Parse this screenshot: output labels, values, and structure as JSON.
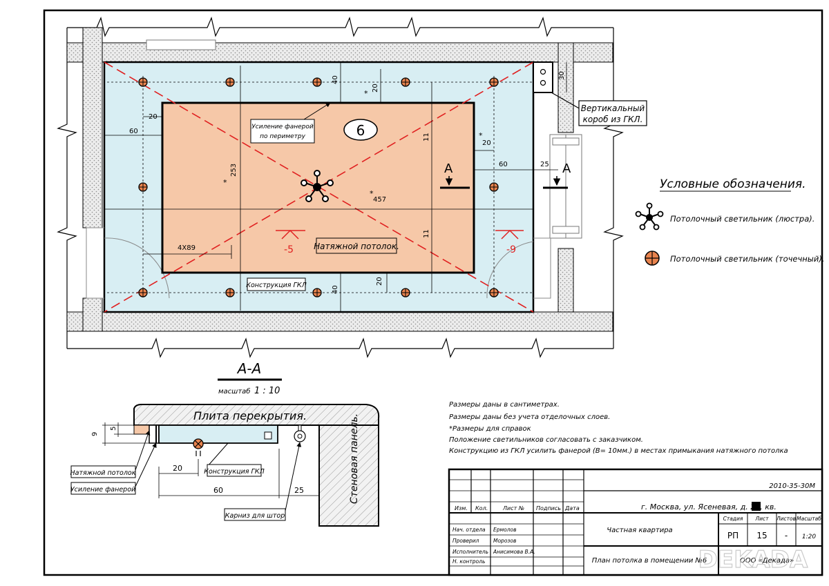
{
  "room": {
    "number": "6",
    "plywood_note_1": "Усиление фанерой",
    "plywood_note_2": "по периметру",
    "stretch_label": "Натяжной потолок.",
    "gkl_label": "Конструкция ГКЛ",
    "box_label_1": "Вертикальный",
    "box_label_2": "короб из ГКЛ.",
    "level_left": "-5",
    "level_right": "-9",
    "section_mark": "А"
  },
  "dims": {
    "d40_top": "40",
    "d20_top": "20",
    "d20_left": "20",
    "d60_left": "60",
    "d253": "253",
    "d457": "457",
    "d20_right": "20",
    "d60_right": "60",
    "d25_right": "25",
    "d11_upper": "11",
    "d11_lower": "11",
    "d4x89": "4X89",
    "d40_bottom": "40",
    "d20_bottom": "20",
    "d30_box": "30",
    "star": "*"
  },
  "legend": {
    "title": "Условные обозначения.",
    "chandelier": "Потолочный светильник (люстра).",
    "spot": "Потолочный светильник (точечный)."
  },
  "section": {
    "title": "А-А",
    "scale_label": "масштаб",
    "scale_value": "1 : 10",
    "slab": "Плита перекрытия.",
    "wall_panel": "Стеновая панель.",
    "callout_stretch": "Натяжной потолок",
    "callout_plywood": "Усиление фанерой",
    "callout_gkl": "Конструкция ГКЛ",
    "callout_cornice": "Карниз для штор",
    "d9": "9",
    "d5": "5",
    "d20": "20",
    "d60": "60",
    "d25": "25"
  },
  "notes": [
    "Размеры даны в сантиметрах.",
    "Размеры даны без учета отделочных слоев.",
    "*Размеры для справок",
    "Положение светильников согласовать с заказчиком.",
    "Конструкцию из ГКЛ усилить фанерой (B= 10мм.) в местах примыкания натяжного потолка"
  ],
  "stamp": {
    "code": "2010-35-30М",
    "address": "г. Москва, ул. Ясеневая, д. 28, кв.",
    "col_headers": [
      "Изм.",
      "Кол.",
      "Лист №",
      "Подпись",
      "Дата"
    ],
    "roles": [
      "Нач. отдела",
      "Проверил",
      "Исполнитель",
      "Н. контроль"
    ],
    "names": [
      "Ермолов",
      "Морозов",
      "Анисимова В.А."
    ],
    "object": "Частная квартира",
    "sheet_title": "План потолка в помещении №6",
    "stage_label": "Стадия",
    "sheet_label": "Лист",
    "sheets_label": "Листов",
    "scale_label": "Масштаб",
    "stage": "РП",
    "sheet_no": "15",
    "sheets": "-",
    "scale": "1:20",
    "org": "ООО «Декада»",
    "watermark": "DEKADA"
  },
  "colors": {
    "frame": "#000000",
    "ceiling_fill": "#d8eef3",
    "stretch_fill": "#f6c8a8",
    "wall_hatch": "#cfcfcf",
    "spot_fill": "#e8834e",
    "red_dash": "#e02020"
  }
}
